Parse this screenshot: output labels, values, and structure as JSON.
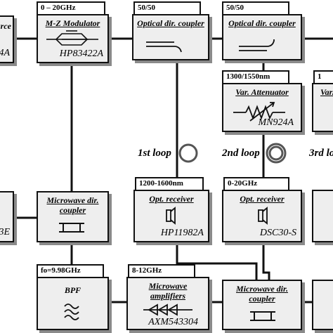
{
  "blocks": {
    "source_partial": {
      "name": "urce",
      "model": "4A"
    },
    "modulator": {
      "spec": "0 – 20GHz",
      "name": "M-Z Modulator",
      "model": "HP83422A"
    },
    "coupler_a": {
      "spec": "50/50",
      "name": "Optical dir. coupler"
    },
    "coupler_b": {
      "spec": "50/50",
      "name": "Optical dir. coupler"
    },
    "attenuator": {
      "spec": "1300/1550nm",
      "name": "Var. Attenuator",
      "model": "MN924A"
    },
    "attenuator_partial": {
      "spec": "1",
      "name": "Var."
    },
    "left_partial": {
      "model": "3E"
    },
    "mw_coupler_left": {
      "name": "Microwave dir. coupler"
    },
    "receiver_1": {
      "spec": "1200-1600nm",
      "name": "Opt. receiver",
      "model": "HP11982A"
    },
    "receiver_2": {
      "spec": "0-20GHz",
      "name": "Opt. receiver",
      "model": "DSC30-S"
    },
    "bpf": {
      "spec": "fo=9.98GHz",
      "name": "BPF"
    },
    "amplifiers": {
      "spec": "8-12GHz",
      "name": "Microwave amplifiers",
      "model": "AXM543304"
    },
    "mw_coupler_right": {
      "name": "Microwave dir. coupler"
    }
  },
  "loops": {
    "first": "1st loop",
    "second": "2nd loop",
    "third": "3rd lo"
  }
}
